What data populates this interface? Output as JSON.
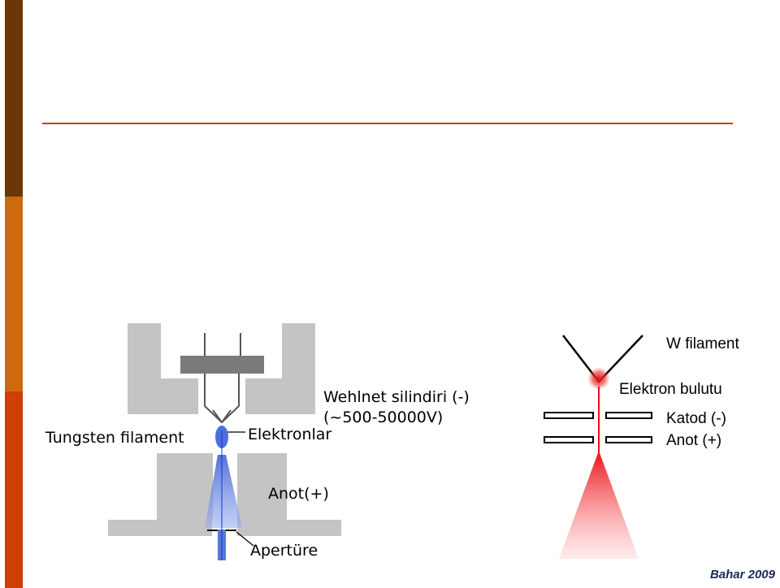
{
  "labels": {
    "tungsten_filament": "Tungsten filament",
    "wehnelt_line1": "Wehlnet silindiri (-)",
    "wehnelt_line2": "(~500-50000V)",
    "electrons": "Elektronlar",
    "anode_left": "Anot(+)",
    "aperture": "Apertüre",
    "w_filament": "W filament",
    "electron_cloud": "Elektron bulutu",
    "cathode": "Katod (-)",
    "anode_right": "Anot (+)"
  },
  "credit": "Bahar 2009",
  "colors": {
    "bar_top": "#6b3608",
    "bar_mid": "#cc6a0f",
    "bar_bottom": "#cf3f06",
    "rule": "#cf3f06",
    "housing_gray": "#c4c4c4",
    "filament_holder": "#7a7a7a",
    "electron_blue": "#3a5fd8",
    "beam_red": "#e8101a"
  }
}
